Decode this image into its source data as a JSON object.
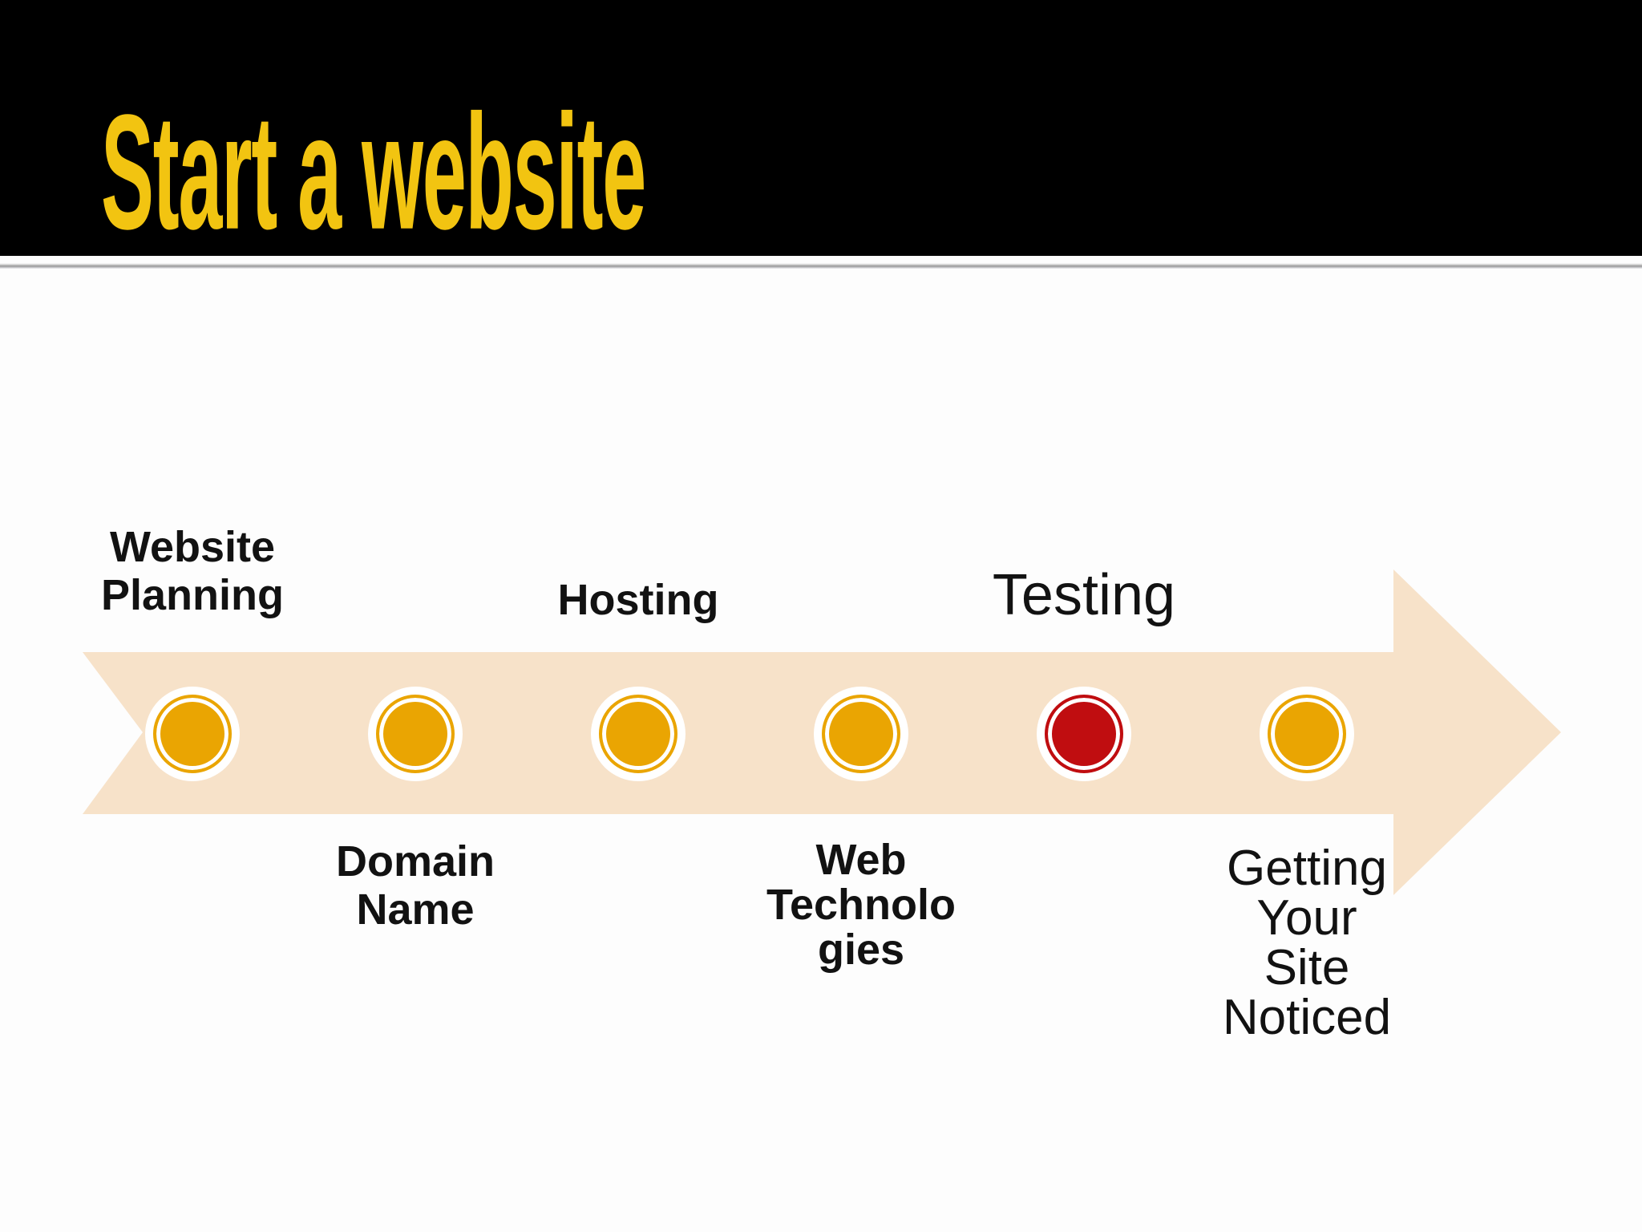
{
  "slide": {
    "title": "Start a website",
    "title_color": "#F2C411",
    "header_bg": "#000000",
    "divider_color": "#989898",
    "background": "#FDFDFD"
  },
  "timeline": {
    "type": "process-arrow",
    "direction": "right",
    "arrow_color": "#F7E2C9",
    "dot_ring_color": "#FFFFFF",
    "default_dot_color": "#EAA502",
    "highlight_dot_color": "#C00D10",
    "stages": [
      {
        "label": "Website\nPlanning",
        "label_position": "above",
        "dot_color": "#EAA502",
        "text_style": "bold",
        "highlighted": false
      },
      {
        "label": "Domain\nName",
        "label_position": "below",
        "dot_color": "#EAA502",
        "text_style": "bold",
        "highlighted": false
      },
      {
        "label": "Hosting",
        "label_position": "above",
        "dot_color": "#EAA502",
        "text_style": "bold",
        "highlighted": false
      },
      {
        "label": "Web\nTechnolo\ngies",
        "label_position": "below",
        "dot_color": "#EAA502",
        "text_style": "bold",
        "highlighted": false
      },
      {
        "label": "Testing",
        "label_position": "above",
        "dot_color": "#C00D10",
        "text_style": "regular",
        "highlighted": true
      },
      {
        "label": "Getting\nYour\nSite\nNoticed",
        "label_position": "below",
        "dot_color": "#EAA502",
        "text_style": "regular",
        "highlighted": false
      }
    ]
  }
}
